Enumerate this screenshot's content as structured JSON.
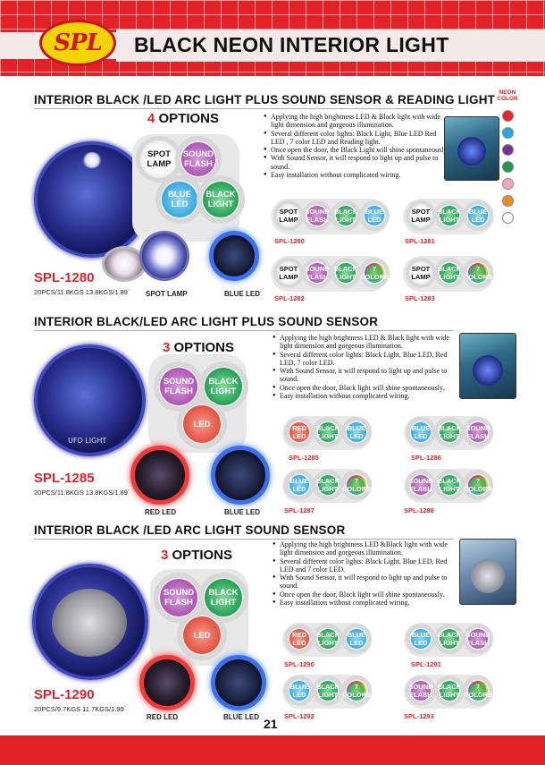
{
  "header": {
    "logo_text": "SPL",
    "title": "BLACK NEON INTERIOR LIGHT"
  },
  "page_number": "21",
  "neon_color": {
    "label_line1": "NEON",
    "label_line2": "COLOR",
    "swatches": [
      "#e8232a",
      "#2aa6e0",
      "#7b2e96",
      "#1f9a4a",
      "#f4a6c0",
      "#f08a1e",
      "#ffffff"
    ]
  },
  "sections": [
    {
      "title": "INTERIOR BLACK /LED ARC LIGHT PLUS SOUND SENSOR & READING LIGHT",
      "options_number": "4",
      "options_word": "OPTIONS",
      "option_bubbles": [
        "SPOT LAMP",
        "SOUND FLASH",
        "BLUE LED",
        "BLACK LIGHT"
      ],
      "model": "SPL-1280",
      "packing": "20PCS/11.8KGS 13.8KGS/1.89`",
      "captions": [
        "SPOT LAMP",
        "BLUE LED"
      ],
      "bullets": [
        "Applying the high brightness LED & Black light  with wide light dimension and gorgeous illumination.",
        "Several  different color lights: Black Light, Blue LED Red LED , 7 color LED and Reading light.",
        "Once open the door, the Black  Light will shine spontaneously.",
        "With Sound Sensor, it will respond to light up and pulse to sound.",
        "Easy installation without complicated wiring."
      ],
      "variants": [
        {
          "model": "SPL-1280",
          "bubbles": [
            "SPOT LAMP",
            "SOUND FLASH",
            "BLACK LIGHT",
            "BLUE LED"
          ]
        },
        {
          "model": "SPL-1281",
          "bubbles": [
            "SPOT LAMP",
            "BLACK LIGHT",
            "BLUE LED"
          ]
        },
        {
          "model": "SPL-1282",
          "bubbles": [
            "SPOT LAMP",
            "SOUND FLASH",
            "BLACK LIGHT",
            "7 COLORS"
          ]
        },
        {
          "model": "SPL-1283",
          "bubbles": [
            "SPOT LAMP",
            "BLACK LIGHT",
            "7 COLORS"
          ]
        }
      ]
    },
    {
      "title": "INTERIOR  BLACK/LED ARC LIGHT PLUS SOUND SENSOR",
      "options_number": "3",
      "options_word": "OPTIONS",
      "option_bubbles": [
        "SOUND FLASH",
        "BLACK LIGHT",
        "LED"
      ],
      "model": "SPL-1285",
      "packing": "20PCS/11.8KGS 13.8KGS/1.89`",
      "lamp_text": "UFO LIGHT",
      "captions": [
        "RED LED",
        "BLUE LED"
      ],
      "bullets": [
        "Applying the high brightness LED & Black light with wide light dimension and gorgeous illumination.",
        "Several  different color lights: Black  Light, Blue LED, Red LED, 7 color LED.",
        "With Sound Sensor, it will respond to light up and pulse to sound.",
        "Once open the door, Black light will shine spontaneously.",
        "Easy installation  without complicated wiring."
      ],
      "variants": [
        {
          "model": "SPL-1285",
          "bubbles": [
            "RED LED",
            "BLACK LIGHT",
            "BLUE LED"
          ]
        },
        {
          "model": "SPL-1286",
          "bubbles": [
            "BLUE LED",
            "BLACK LIGHT",
            "SOUND FLASH"
          ]
        },
        {
          "model": "SPL-1287",
          "bubbles": [
            "BLUE LED",
            "BLACK LIGHT",
            "7 COLORS"
          ]
        },
        {
          "model": "SPL-1288",
          "bubbles": [
            "SOUND FLASH",
            "BLACK LIGHT",
            "7 COLORS"
          ]
        }
      ]
    },
    {
      "title": "INTERIOR BLACK /LED ARC LIGHT SOUND SENSOR",
      "options_number": "3",
      "options_word": "OPTIONS",
      "option_bubbles": [
        "SOUND FLASH",
        "BLACK LIGHT",
        "LED"
      ],
      "model": "SPL-1290",
      "packing": "20PCS/9.7KGS 11.7KGS/1.99`",
      "captions": [
        "RED LED",
        "BLUE LED"
      ],
      "bullets": [
        "Applying the high brightness LED &Black light  with wide light dimension and gorgeous illumination.",
        "Several  different color lights: Black  Light, Blue LED, Red LED and 7 color LED.",
        "With Sound Sensor, it will respond to light up and pulse to sound.",
        "Once open the door, Black light will shine spontaneously.",
        "Easy installation  without complicated wiring."
      ],
      "variants": [
        {
          "model": "SPL-1290",
          "bubbles": [
            "RED LED",
            "BLACK LIGHT",
            "BLUE LED"
          ]
        },
        {
          "model": "SPL-1291",
          "bubbles": [
            "BLUE LED",
            "BLACK LIGHT",
            "SOUND FLASH"
          ]
        },
        {
          "model": "SPL-1292",
          "bubbles": [
            "BLUE LED",
            "BLACK LIGHT",
            "7 COLORS"
          ]
        },
        {
          "model": "SPL-1293",
          "bubbles": [
            "SOUND FLASH",
            "BLACK LIGHT",
            "7 COLORS"
          ]
        }
      ]
    }
  ]
}
